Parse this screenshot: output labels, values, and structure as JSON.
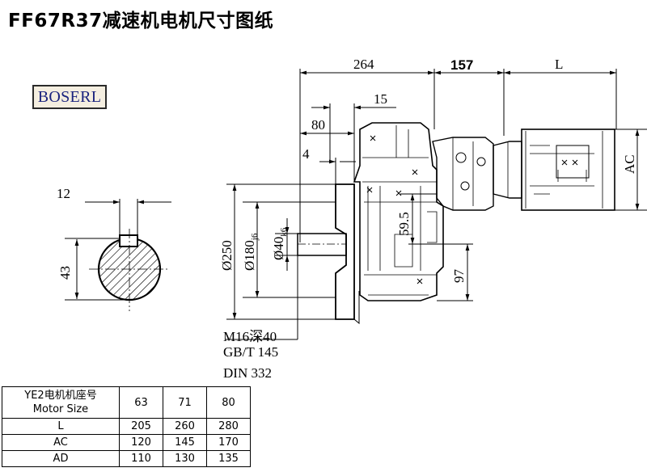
{
  "title": "FF67R37减速机电机尺寸图纸",
  "logo": "BOSERL",
  "dimensions": {
    "d264": "264",
    "d157": "157",
    "dL": "L",
    "d15": "15",
    "d80": "80",
    "d4": "4",
    "dAC": "AC",
    "d59_5": "59.5",
    "d97": "97",
    "d250": "Ø250",
    "d180": "Ø180",
    "d180_tol": "j6",
    "d40": "Ø40",
    "d40_tol": "k6",
    "d12": "12",
    "d43": "43"
  },
  "notes": {
    "line1": "M16深40",
    "line2": "GB/T 145",
    "line3": "DIN 332"
  },
  "table": {
    "header_line1": "YE2电机机座号",
    "header_line2": "Motor Size",
    "columns": [
      "63",
      "71",
      "80"
    ],
    "rows": [
      {
        "label": "L",
        "values": [
          "205",
          "260",
          "280"
        ]
      },
      {
        "label": "AC",
        "values": [
          "120",
          "145",
          "170"
        ]
      },
      {
        "label": "AD",
        "values": [
          "110",
          "130",
          "135"
        ]
      }
    ]
  }
}
